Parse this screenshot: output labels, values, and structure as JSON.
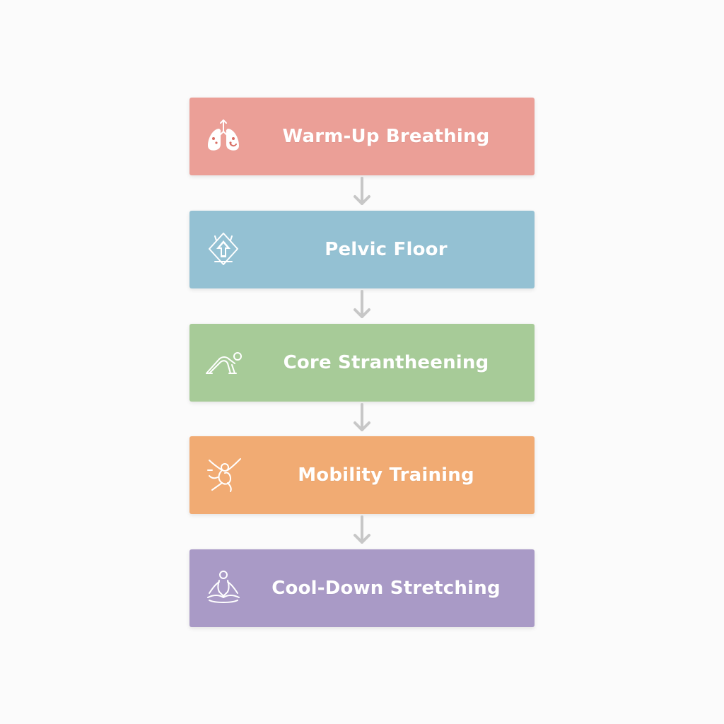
{
  "steps": [
    {
      "label": "Warm-Up Breathing",
      "icon": "lungs-icon",
      "color": "#eb9f97"
    },
    {
      "label": "Pelvic Floor",
      "icon": "pelvic-up-arrow-icon",
      "color": "#94c1d3"
    },
    {
      "label": "Core Strantheening",
      "icon": "plank-pose-icon",
      "color": "#a7cb98"
    },
    {
      "label": "Mobility Training",
      "icon": "stretching-figure-icon",
      "color": "#f1ab73"
    },
    {
      "label": "Cool-Down Stretching",
      "icon": "meditation-pose-icon",
      "color": "#a99ac6"
    }
  ],
  "arrow_color": "#c7c7c7"
}
